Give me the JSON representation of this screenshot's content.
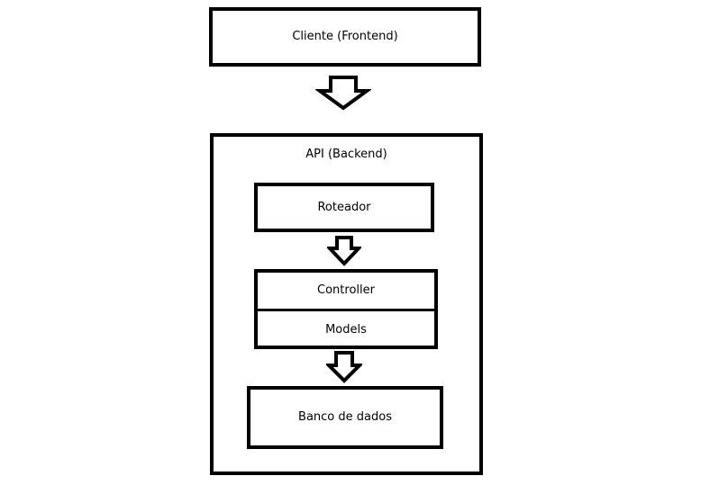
{
  "diagram": {
    "client": {
      "label": "Cliente (Frontend)"
    },
    "api": {
      "title": "API (Backend)",
      "router": {
        "label": "Roteador"
      },
      "controller": {
        "label": "Controller"
      },
      "models": {
        "label": "Models"
      },
      "database": {
        "label": "Banco de dados"
      }
    },
    "colors": {
      "stroke": "#000000",
      "fill": "#ffffff"
    },
    "arrows": [
      {
        "from": "Cliente (Frontend)",
        "to": "API (Backend)",
        "direction": "down"
      },
      {
        "from": "Roteador",
        "to": "Controller",
        "direction": "down"
      },
      {
        "from": "Models",
        "to": "Banco de dados",
        "direction": "down"
      }
    ]
  }
}
